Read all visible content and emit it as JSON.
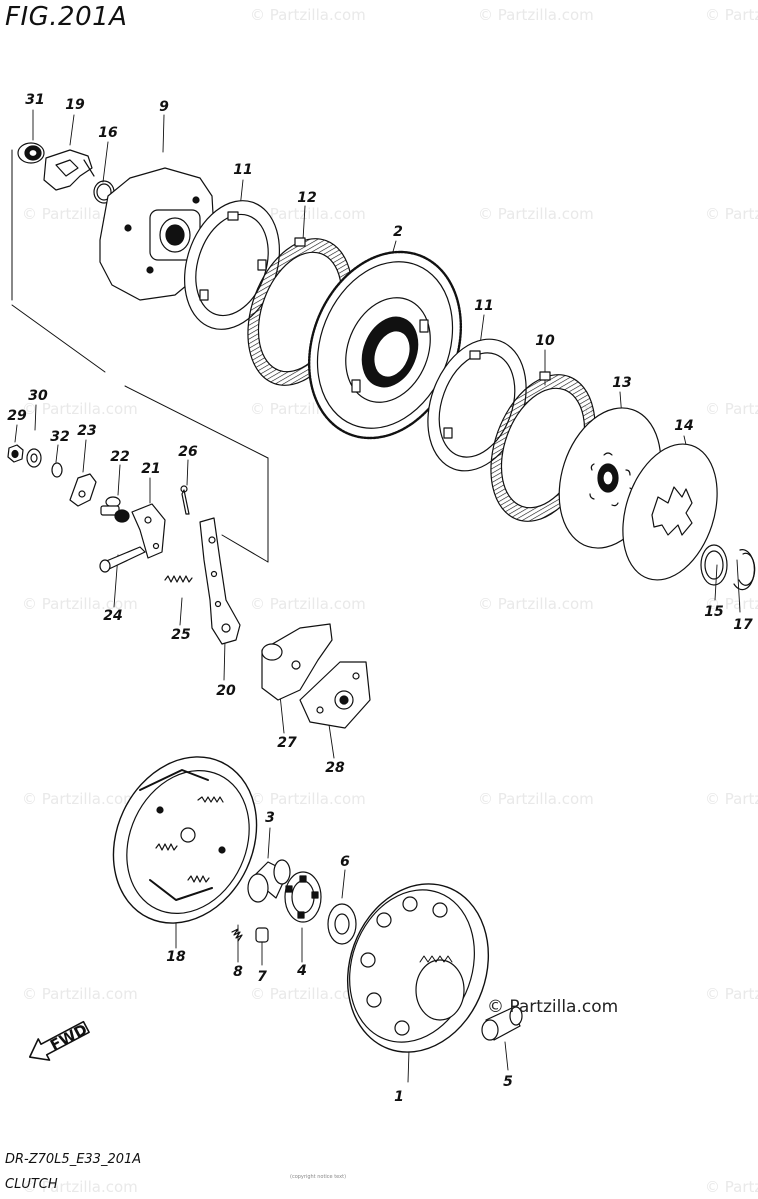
{
  "figure": {
    "title": "FIG.201A",
    "model_code": "DR-Z70L5_E33_201A",
    "section_name": "CLUTCH",
    "fine_print": [
      "(copyright notice text)",
      ""
    ]
  },
  "watermark": {
    "text": "© Partzilla.com",
    "primary_text": "© Partzilla.com"
  },
  "direction_arrow": {
    "label": "FWD"
  },
  "parts": [
    {
      "number": "1"
    },
    {
      "number": "2"
    },
    {
      "number": "3"
    },
    {
      "number": "4"
    },
    {
      "number": "5"
    },
    {
      "number": "6"
    },
    {
      "number": "7"
    },
    {
      "number": "8"
    },
    {
      "number": "9"
    },
    {
      "number": "10"
    },
    {
      "number": "11"
    },
    {
      "number": "11"
    },
    {
      "number": "12"
    },
    {
      "number": "13"
    },
    {
      "number": "14"
    },
    {
      "number": "15"
    },
    {
      "number": "16"
    },
    {
      "number": "17"
    },
    {
      "number": "18"
    },
    {
      "number": "19"
    },
    {
      "number": "20"
    },
    {
      "number": "21"
    },
    {
      "number": "22"
    },
    {
      "number": "23"
    },
    {
      "number": "24"
    },
    {
      "number": "25"
    },
    {
      "number": "26"
    },
    {
      "number": "27"
    },
    {
      "number": "28"
    },
    {
      "number": "29"
    },
    {
      "number": "30"
    },
    {
      "number": "31"
    },
    {
      "number": "32"
    }
  ],
  "colors": {
    "ink": "#111111",
    "watermark": "#e9e9e9",
    "background": "#ffffff"
  }
}
